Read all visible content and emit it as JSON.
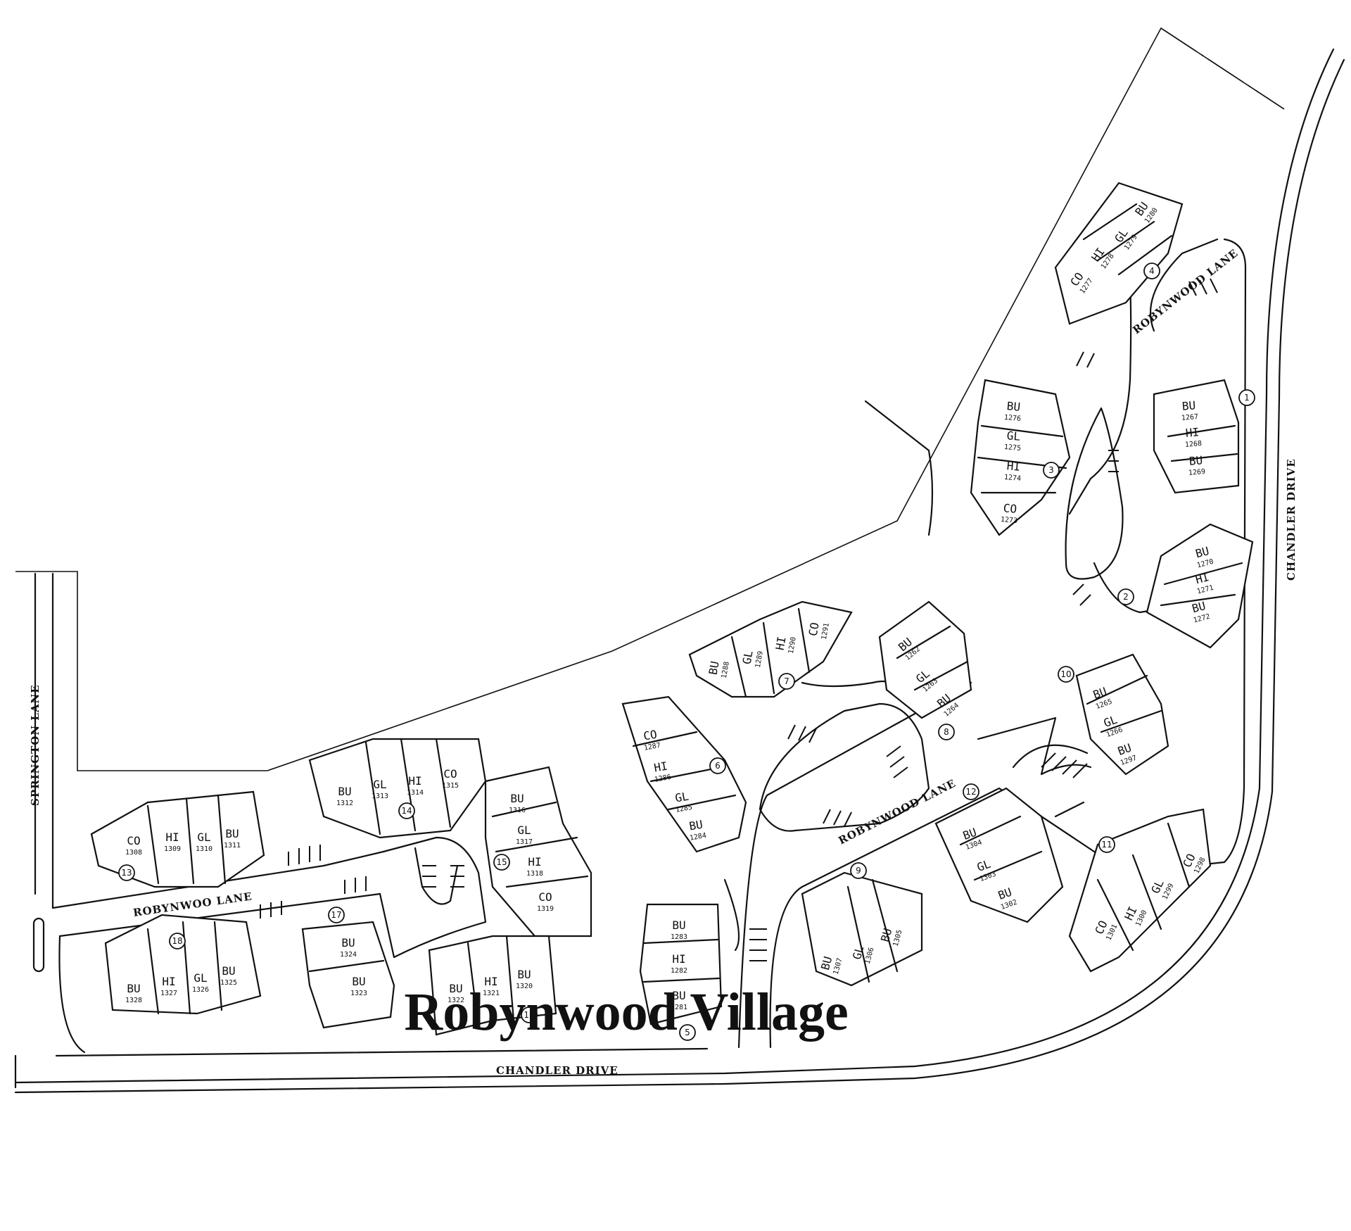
{
  "title": "Robynwood Village",
  "streets": {
    "robynwood_lane_north": "ROBYNWOOD LANE",
    "robynwood_lane_center": "ROBYNWOOD LANE",
    "robynwood_lane_west": "ROBYNWOO LANE",
    "chandler_drive_south": "CHANDLER DRIVE",
    "chandler_drive_east": "CHANDLER DRIVE",
    "springton_lane": "SPRINGTON LANE"
  },
  "buildings": [
    {
      "number": "1",
      "units": [
        {
          "type": "BU",
          "num": "1267"
        },
        {
          "type": "HI",
          "num": "1268"
        },
        {
          "type": "BU",
          "num": "1269"
        }
      ]
    },
    {
      "number": "2",
      "units": [
        {
          "type": "BU",
          "num": "1270"
        },
        {
          "type": "HI",
          "num": "1271"
        },
        {
          "type": "BU",
          "num": "1272"
        }
      ]
    },
    {
      "number": "3",
      "units": [
        {
          "type": "BU",
          "num": "1276"
        },
        {
          "type": "GL",
          "num": "1275"
        },
        {
          "type": "HI",
          "num": "1274"
        },
        {
          "type": "CO",
          "num": "1273"
        }
      ]
    },
    {
      "number": "4",
      "units": [
        {
          "type": "CO",
          "num": "1277"
        },
        {
          "type": "HI",
          "num": "1278"
        },
        {
          "type": "GL",
          "num": "1279"
        },
        {
          "type": "BU",
          "num": "1280"
        }
      ]
    },
    {
      "number": "5",
      "units": [
        {
          "type": "BU",
          "num": "1283"
        },
        {
          "type": "HI",
          "num": "1282"
        },
        {
          "type": "BU",
          "num": "1281"
        }
      ]
    },
    {
      "number": "6",
      "units": [
        {
          "type": "CO",
          "num": "1287"
        },
        {
          "type": "HI",
          "num": "1286"
        },
        {
          "type": "GL",
          "num": "1285"
        },
        {
          "type": "BU",
          "num": "1284"
        }
      ]
    },
    {
      "number": "7",
      "units": [
        {
          "type": "BU",
          "num": "1288"
        },
        {
          "type": "GL",
          "num": "1289"
        },
        {
          "type": "HI",
          "num": "1290"
        },
        {
          "type": "CO",
          "num": "1291"
        }
      ]
    },
    {
      "number": "8",
      "units": [
        {
          "type": "BU",
          "num": "1262"
        },
        {
          "type": "GL",
          "num": "1263"
        },
        {
          "type": "BU",
          "num": "1264"
        }
      ]
    },
    {
      "number": "9",
      "units": [
        {
          "type": "BU",
          "num": "1307"
        },
        {
          "type": "GL",
          "num": "1306"
        },
        {
          "type": "BU",
          "num": "1305"
        }
      ]
    },
    {
      "number": "10",
      "units": [
        {
          "type": "BU",
          "num": "1265"
        },
        {
          "type": "GL",
          "num": "1266"
        },
        {
          "type": "BU",
          "num": "1297"
        }
      ]
    },
    {
      "number": "11",
      "units": [
        {
          "type": "CO",
          "num": "1301"
        },
        {
          "type": "HI",
          "num": "1300"
        },
        {
          "type": "GL",
          "num": "1299"
        },
        {
          "type": "CO",
          "num": "1298"
        }
      ]
    },
    {
      "number": "12",
      "units": [
        {
          "type": "BU",
          "num": "1304"
        },
        {
          "type": "GL",
          "num": "1303"
        },
        {
          "type": "BU",
          "num": "1302"
        }
      ]
    },
    {
      "number": "13",
      "units": [
        {
          "type": "CO",
          "num": "1308"
        },
        {
          "type": "HI",
          "num": "1309"
        },
        {
          "type": "GL",
          "num": "1310"
        },
        {
          "type": "BU",
          "num": "1311"
        }
      ]
    },
    {
      "number": "14",
      "units": [
        {
          "type": "BU",
          "num": "1312"
        },
        {
          "type": "GL",
          "num": "1313"
        },
        {
          "type": "HI",
          "num": "1314"
        },
        {
          "type": "CO",
          "num": "1315"
        }
      ]
    },
    {
      "number": "15",
      "units": [
        {
          "type": "BU",
          "num": "1316"
        },
        {
          "type": "GL",
          "num": "1317"
        },
        {
          "type": "HI",
          "num": "1318"
        },
        {
          "type": "CO",
          "num": "1319"
        }
      ]
    },
    {
      "number": "16",
      "units": [
        {
          "type": "BU",
          "num": "1322"
        },
        {
          "type": "HI",
          "num": "1321"
        },
        {
          "type": "BU",
          "num": "1320"
        }
      ]
    },
    {
      "number": "17",
      "units": [
        {
          "type": "BU",
          "num": "1324"
        },
        {
          "type": "BU",
          "num": "1323"
        }
      ]
    },
    {
      "number": "18",
      "units": [
        {
          "type": "BU",
          "num": "1328"
        },
        {
          "type": "HI",
          "num": "1327"
        },
        {
          "type": "GL",
          "num": "1326"
        },
        {
          "type": "BU",
          "num": "1325"
        }
      ]
    }
  ]
}
